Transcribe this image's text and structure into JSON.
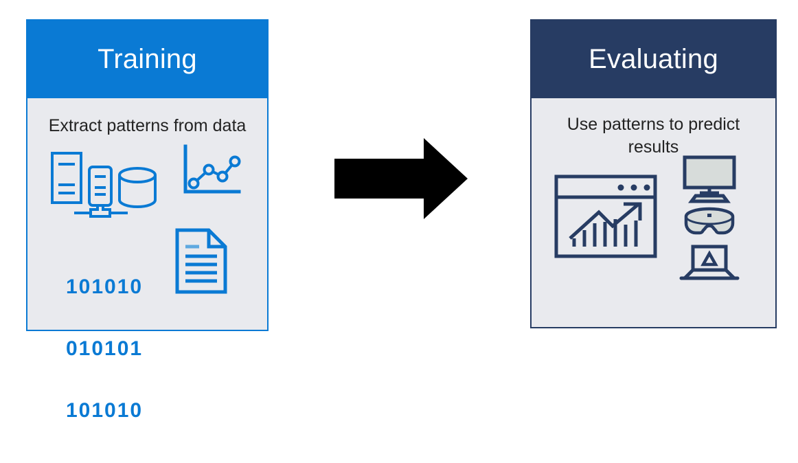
{
  "diagram": {
    "title": "Machine learning: training and evaluating",
    "background_color": "#ffffff",
    "flow_direction": "left-to-right"
  },
  "colors": {
    "training_accent": "#0a7ad4",
    "evaluating_accent": "#273c63",
    "card_body": "#e9eaee",
    "header_text": "#ffffff",
    "body_text": "#232323",
    "arrow": "#000000",
    "screen_fill": "#d7dcda"
  },
  "cards": [
    {
      "id": "training",
      "header_label": "Training",
      "subtitle": "Extract patterns from data",
      "accent": "#0a7ad4",
      "icons": [
        {
          "name": "servers-and-database-icon",
          "label": "Servers and database",
          "parts": [
            "server-rack",
            "server-tower",
            "database-cylinder"
          ]
        },
        {
          "name": "line-chart-icon",
          "label": "Line chart",
          "marker_count": 4
        },
        {
          "name": "binary-digits-icon",
          "label": "Binary data",
          "rows": [
            "101010",
            "010101",
            "101010"
          ]
        },
        {
          "name": "document-icon",
          "label": "Document with text lines",
          "text_line_count": 6
        }
      ]
    },
    {
      "id": "evaluating",
      "header_label": "Evaluating",
      "subtitle": "Use patterns to predict results",
      "accent": "#273c63",
      "icons": [
        {
          "name": "browser-analytics-icon",
          "label": "Browser window with bar chart and trend arrow",
          "title_bar_dots": 3,
          "bar_count": 7
        },
        {
          "name": "monitor-icon",
          "label": "Desktop monitor with keyboard"
        },
        {
          "name": "vr-headset-icon",
          "label": "Mixed reality headset"
        },
        {
          "name": "laptop-icon",
          "label": "Laptop with app icon"
        }
      ]
    }
  ],
  "connector": {
    "name": "flow-arrow",
    "label": "Right-pointing arrow",
    "direction": "right",
    "color": "#000000"
  }
}
